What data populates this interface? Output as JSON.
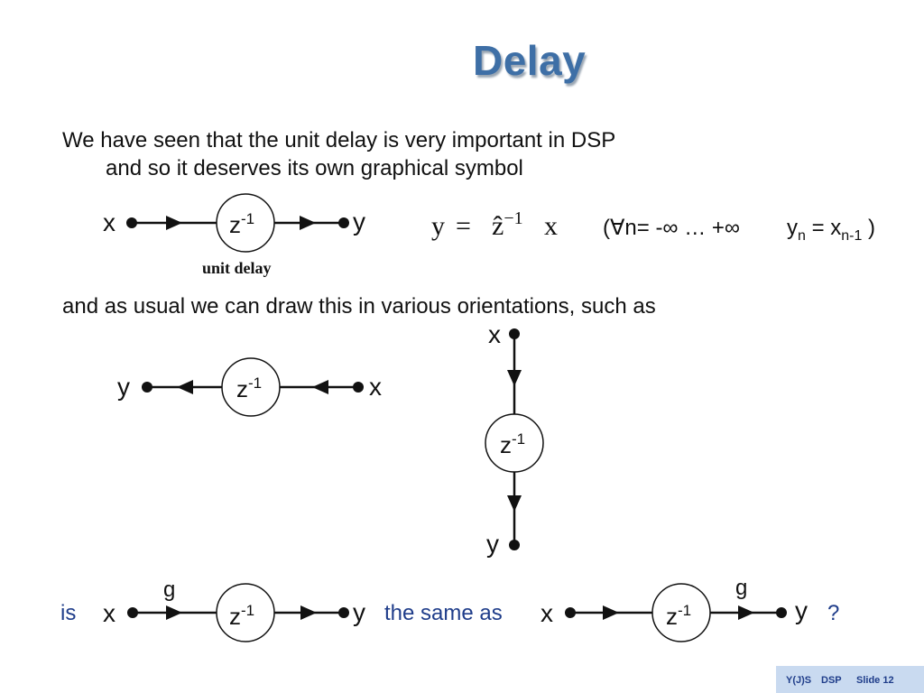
{
  "slide": {
    "title": "Delay",
    "line1": "We have seen that the unit delay is very important in DSP",
    "line2": "and so it deserves its own graphical symbol",
    "line3": "and as usual we can draw this in various orientations, such as"
  },
  "diagram": {
    "delay_label": "z",
    "delay_exp": "-1",
    "x_label": "x",
    "y_label": "y",
    "gain_label": "g",
    "unit_delay_caption": "unit delay",
    "equation": {
      "lhs": "y",
      "eq": "=",
      "op": "ẑ",
      "op_exp": "−1",
      "rhs": "x"
    },
    "forall": {
      "open": "(∀n= -∞ … +∞",
      "y": "y",
      "y_sub": "n",
      "eq": " = x",
      "x_sub": "n-1",
      "close": " )"
    },
    "question": {
      "is": "is",
      "same_as": "the same as",
      "qmark": "?"
    }
  },
  "footer": {
    "author": "Y(J)S",
    "course": "DSP",
    "slide": "Slide 12"
  },
  "colors": {
    "title": "#3e6fa6",
    "question_text": "#1f3d8a",
    "footer_bg": "#c9daf0"
  }
}
